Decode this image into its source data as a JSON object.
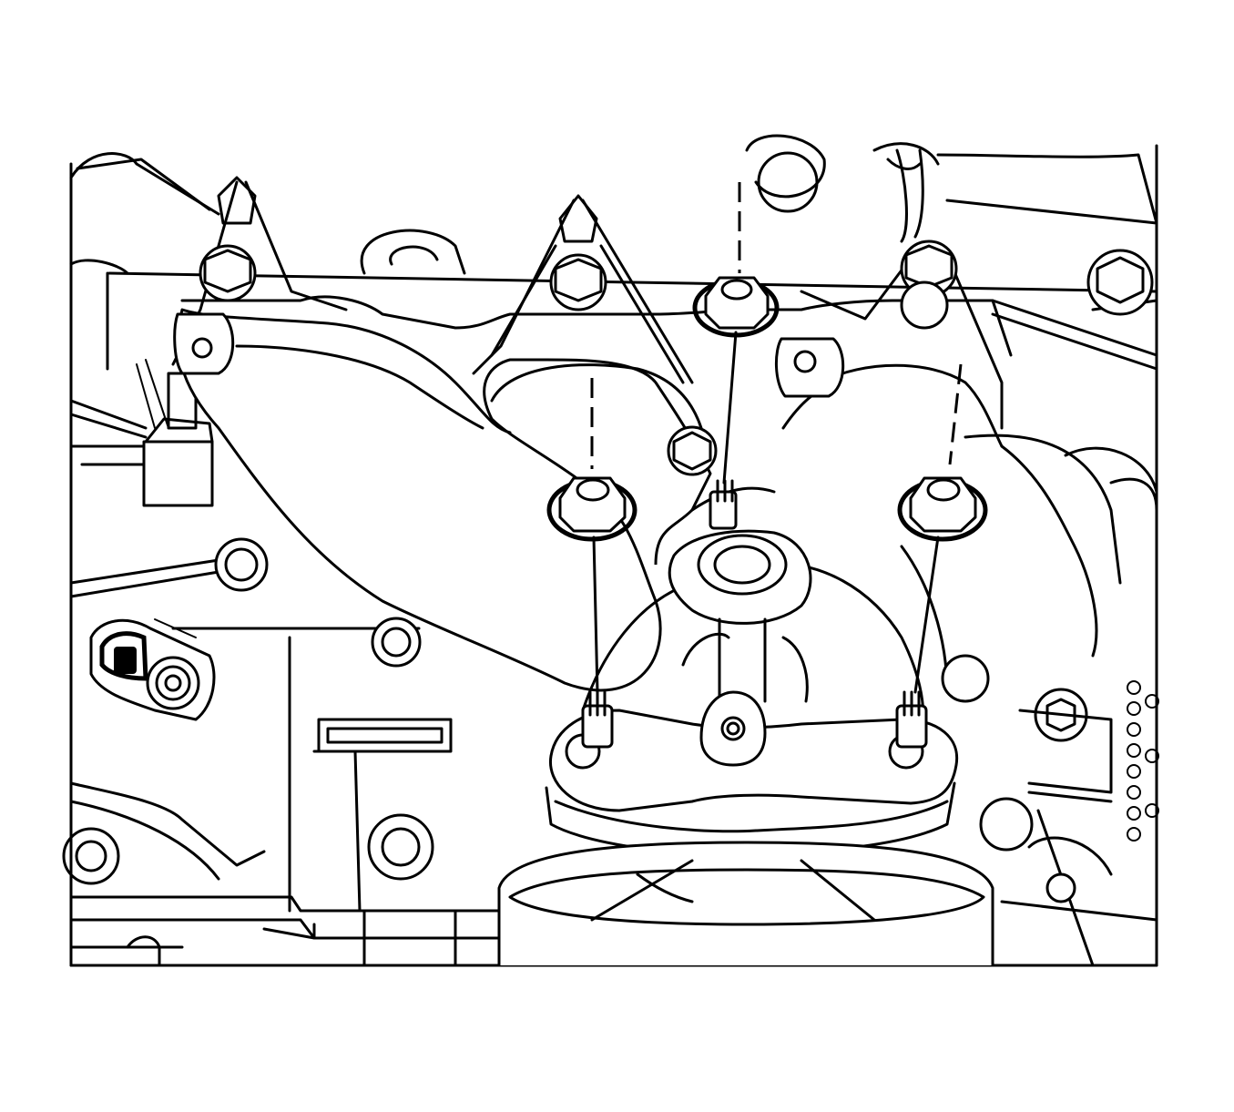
{
  "figure": {
    "type": "line-art technical illustration",
    "subject": "exhaust-manifold",
    "captions": [],
    "callouts": [],
    "colors": {
      "stroke": "#000000",
      "background": "#ffffff"
    },
    "parts": {
      "nuts": {
        "count": 3,
        "icon": "flange-nut-icon"
      },
      "studs": {
        "count": 3,
        "icon": "stud-icon"
      },
      "heat_shield_bolts": {
        "icon": "bolt-head-icon"
      },
      "oxygen_sensor_boss": {
        "icon": "sensor-port-icon"
      }
    }
  }
}
